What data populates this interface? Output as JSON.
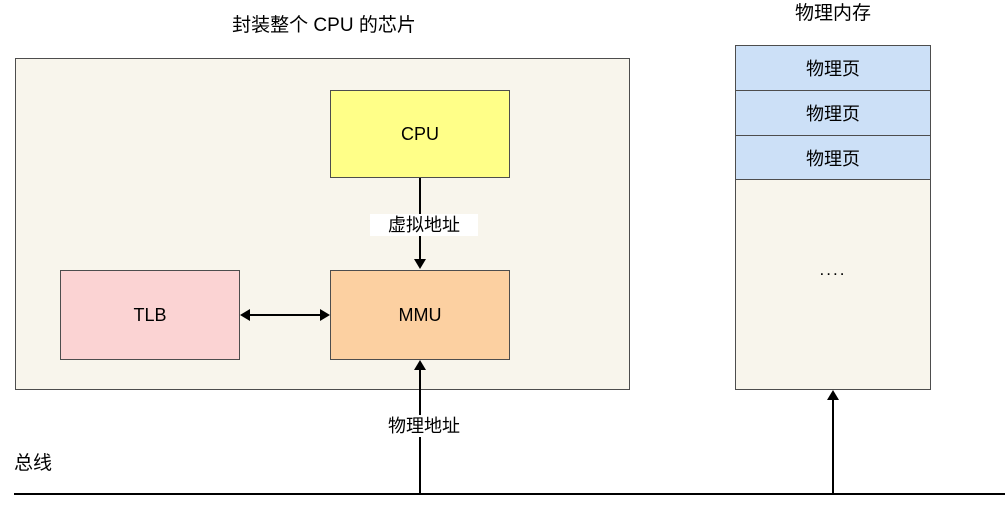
{
  "diagram": {
    "chip": {
      "title": "封装整个 CPU 的芯片",
      "nodes": {
        "cpu": {
          "label": "CPU",
          "color": "#ffff88"
        },
        "mmu": {
          "label": "MMU",
          "color": "#fcd0a1"
        },
        "tlb": {
          "label": "TLB",
          "color": "#fbd3d3"
        }
      },
      "background": "#f8f5ec"
    },
    "memory": {
      "title": "物理内存",
      "pages": [
        {
          "label": "物理页",
          "color": "#cce0f7"
        },
        {
          "label": "物理页",
          "color": "#cce0f7"
        },
        {
          "label": "物理页",
          "color": "#cce0f7"
        }
      ],
      "remaining_label": "....",
      "background": "#f8f5ec"
    },
    "edges": {
      "cpu_to_mmu": {
        "label": "虚拟地址",
        "direction": "down"
      },
      "bus_to_mmu": {
        "label": "物理地址",
        "direction": "up"
      },
      "tlb_mmu": {
        "label": "",
        "direction": "bidirectional"
      },
      "bus_to_memory": {
        "label": "",
        "direction": "up"
      }
    },
    "bus": {
      "label": "总线"
    }
  }
}
